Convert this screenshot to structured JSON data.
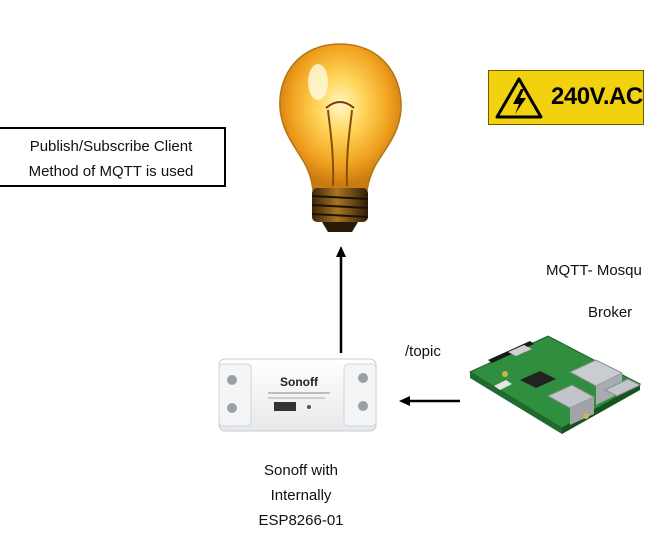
{
  "note_box": {
    "line1": "Publish/Subscribe Client",
    "line2": "Method of MQTT is used"
  },
  "warning_sign": {
    "text": "240V.AC",
    "color": "#f2d20f"
  },
  "broker": {
    "line1": "MQTT- Mosqu",
    "line2": "Broker"
  },
  "topic_label": "/topic",
  "sonoff": {
    "brand": "Sonoff",
    "caption_line1": "Sonoff with",
    "caption_line2": "Internally",
    "caption_line3": "ESP8266-01"
  }
}
